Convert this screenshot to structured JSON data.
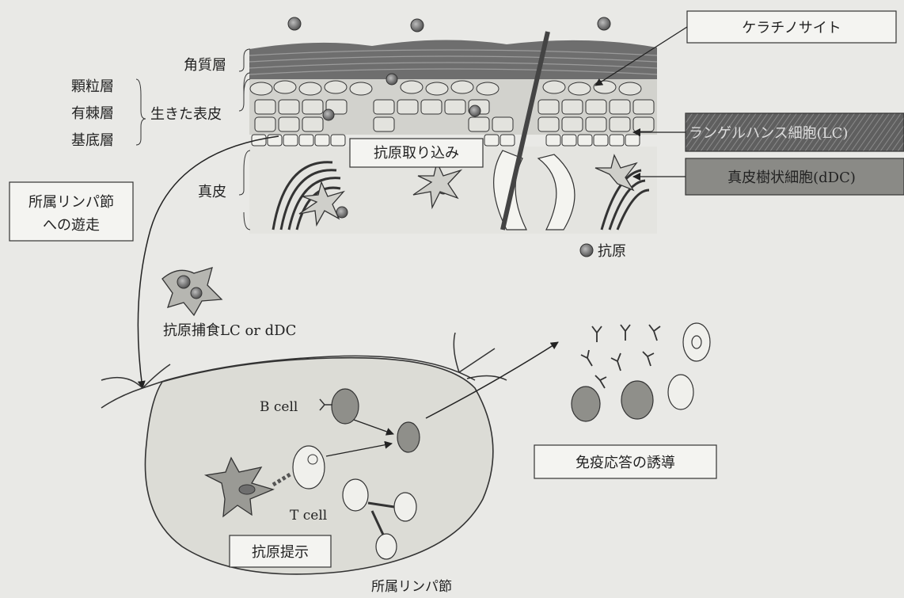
{
  "layers": {
    "stratum_corneum": "角質層",
    "granular": "顆粒層",
    "spinous": "有棘層",
    "basal": "基底層",
    "living_epidermis": "生きた表皮",
    "dermis": "真皮"
  },
  "callouts": {
    "keratinocyte": "ケラチノサイト",
    "langerhans": "ランゲルハンス細胞(LC)",
    "dermal_dc": "真皮樹状細胞(dDC)",
    "antigen_uptake": "抗原取り込み",
    "antigen_legend": "抗原"
  },
  "migration": {
    "line1": "所属リンパ節",
    "line2": "への遊走"
  },
  "phagocytic_cell_label": "抗原捕食LC or dDC",
  "lymph_node": {
    "b_cell": "B cell",
    "t_cell": "T cell",
    "presentation": "抗原提示",
    "name": "所属リンパ節"
  },
  "immune_response": "免疫応答の誘導",
  "colors": {
    "background": "#e9e9e6",
    "line": "#222222",
    "cell_fill": "#a5a5a5",
    "node_fill": "#dcdcd6",
    "dark_callout": "#6a6a6a"
  }
}
